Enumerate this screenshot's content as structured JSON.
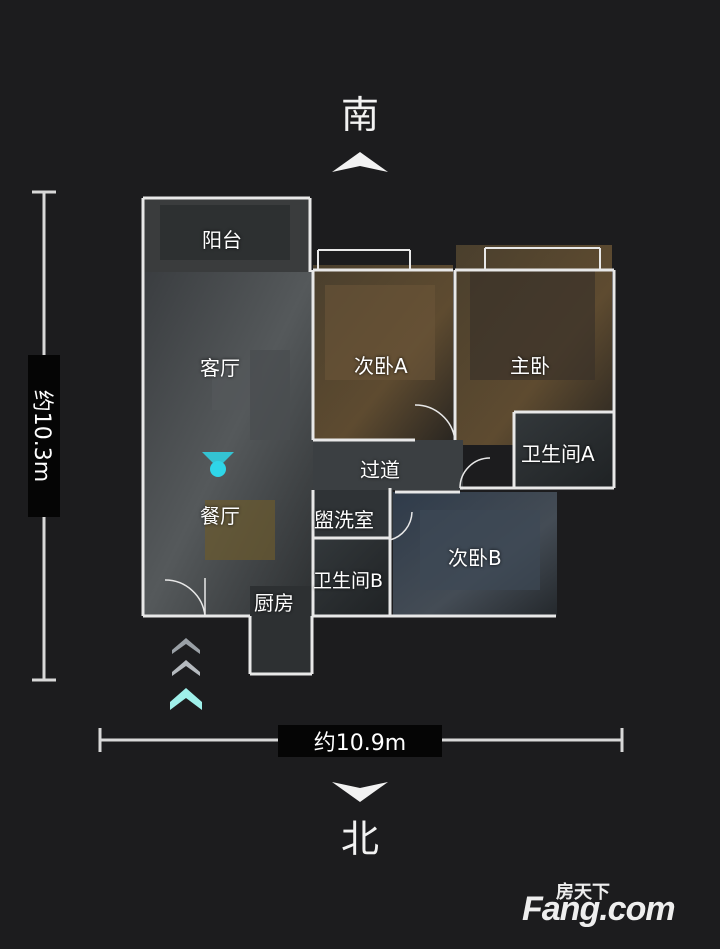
{
  "compass": {
    "south": "南",
    "north": "北"
  },
  "dimensions": {
    "height": "约10.3m",
    "width": "约10.9m"
  },
  "rooms": {
    "balcony": "阳台",
    "living_room": "客厅",
    "dining_room": "餐厅",
    "kitchen": "厨房",
    "bedroom_a": "次卧A",
    "master_bedroom": "主卧",
    "hallway": "过道",
    "bathroom_a": "卫生间A",
    "washroom": "盥洗室",
    "bathroom_b": "卫生间B",
    "bedroom_b": "次卧B"
  },
  "watermark": {
    "brand": "Fang.com",
    "cn": "房天下"
  },
  "colors": {
    "accent": "#2fd6e8",
    "wall": "#e8e8e8",
    "background": "#1c1c1e"
  }
}
